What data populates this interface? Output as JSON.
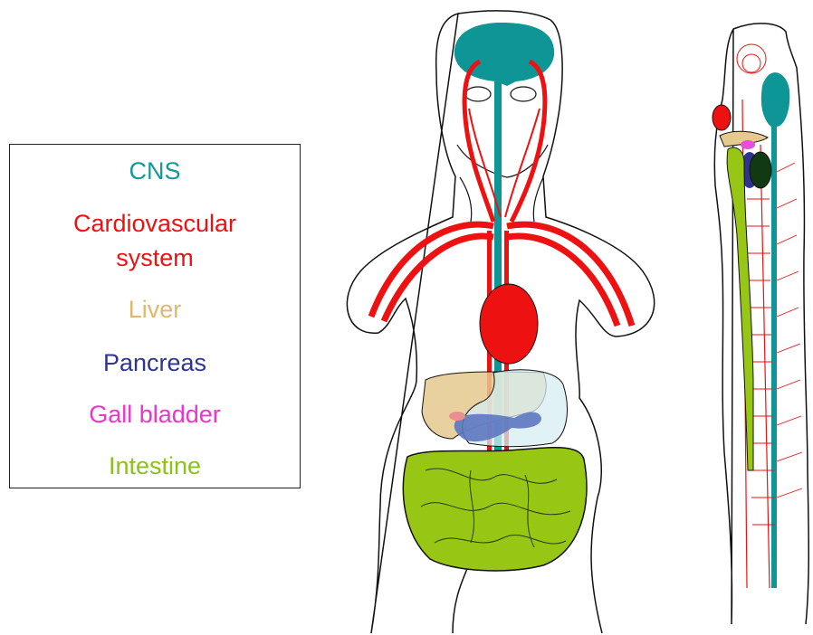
{
  "legend": {
    "items": [
      {
        "key": "cns",
        "label": "CNS",
        "color": "#14999a"
      },
      {
        "key": "cardio",
        "label": "Cardiovascular system",
        "line1": "Cardiovascular",
        "line2": "system",
        "color": "#ee1111"
      },
      {
        "key": "liver",
        "label": "Liver",
        "color": "#dfb870"
      },
      {
        "key": "pancreas",
        "label": "Pancreas",
        "color": "#2d3590"
      },
      {
        "key": "gall",
        "label": "Gall bladder",
        "color": "#ee33cc"
      },
      {
        "key": "intestine",
        "label": "Intestine",
        "color": "#88c21a"
      }
    ]
  },
  "organ_colors": {
    "cns": "#0e9595",
    "cardio": "#ee1111",
    "liver": "#e5c98e",
    "pancreas": "#5c77c0",
    "gall": "#e64fd6",
    "intestine": "#97c714",
    "outline": "#111111"
  }
}
